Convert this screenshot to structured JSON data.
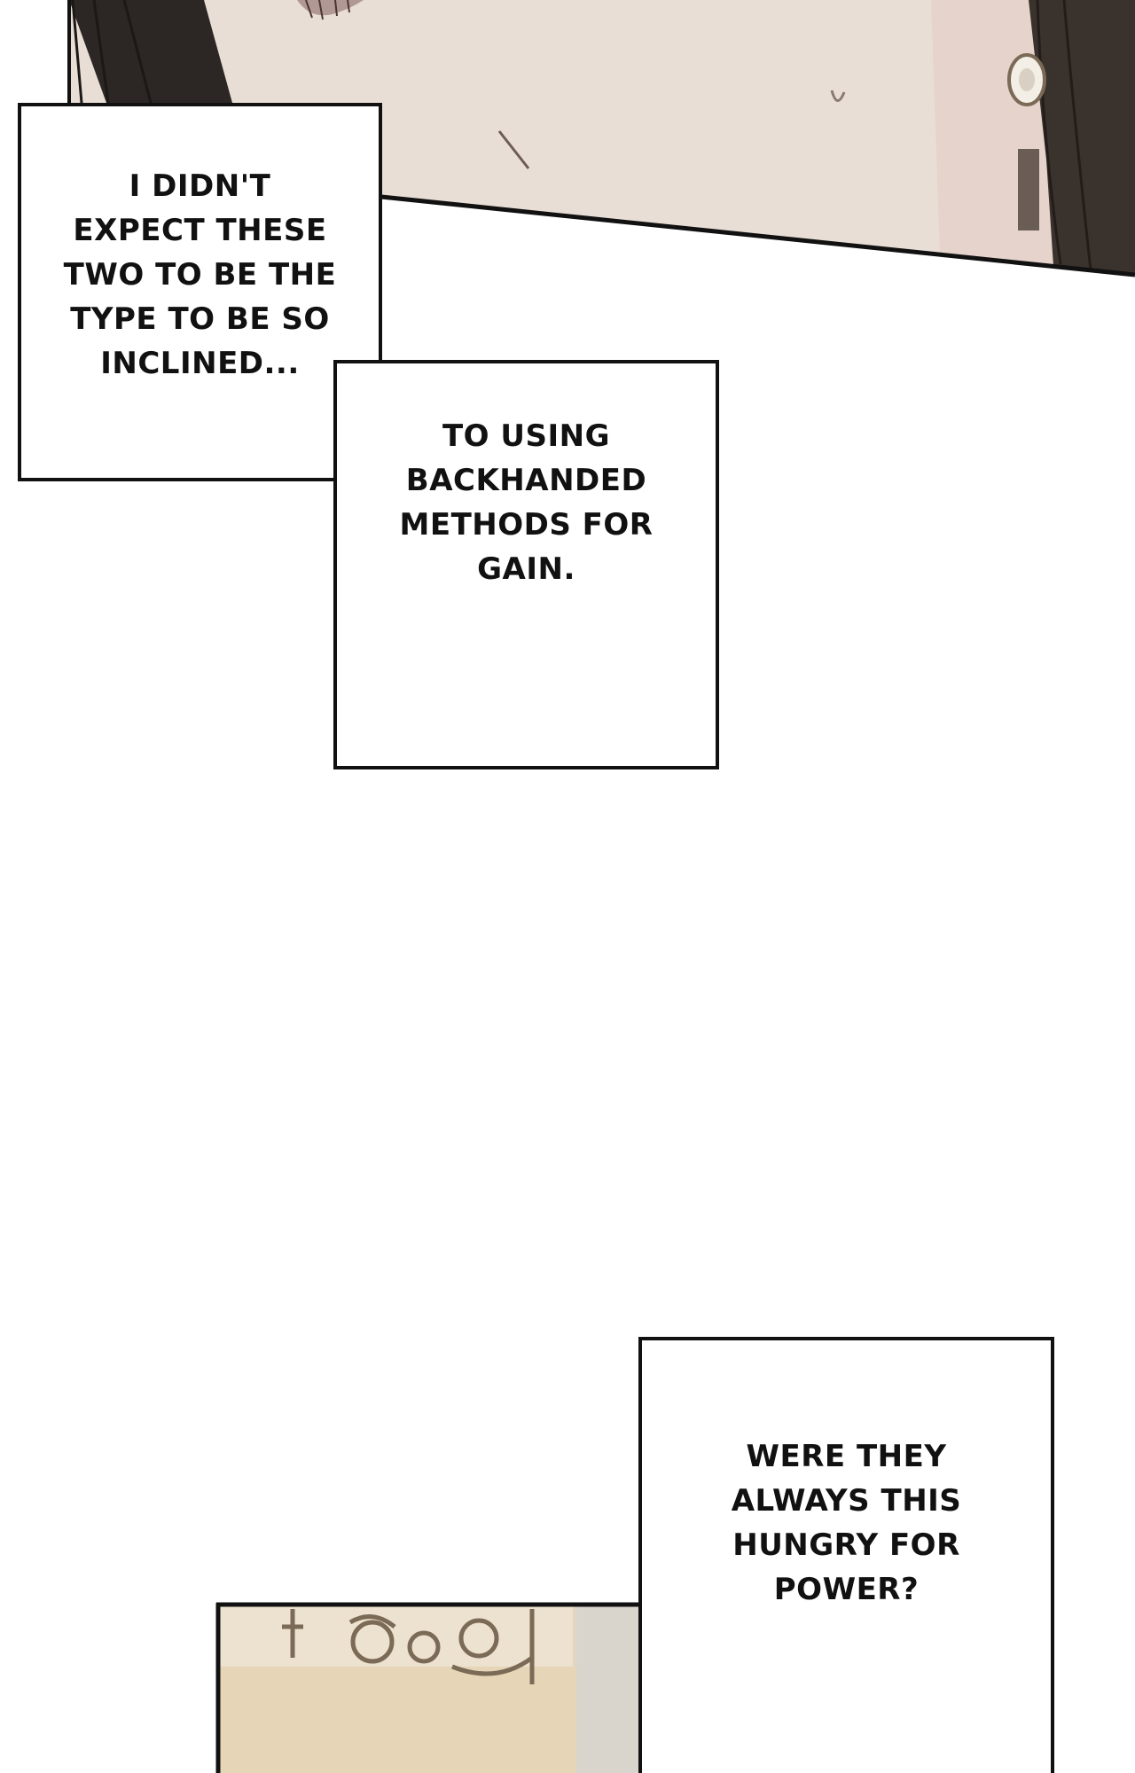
{
  "captions": [
    {
      "text": "I DIDN'T\nEXPECT THESE\nTWO TO BE THE\nTYPE TO BE SO\nINCLINED..."
    },
    {
      "text": "TO USING\nBACKHANDED\nMETHODS FOR\nGAIN."
    },
    {
      "text": "WERE THEY\nALWAYS THIS\nHUNGRY FOR\nPOWER?"
    }
  ],
  "colors": {
    "panel_border": "#111111",
    "skin": "#e9e0d8",
    "hair": "#2b2623",
    "background_panel": "#e4d8c4"
  }
}
